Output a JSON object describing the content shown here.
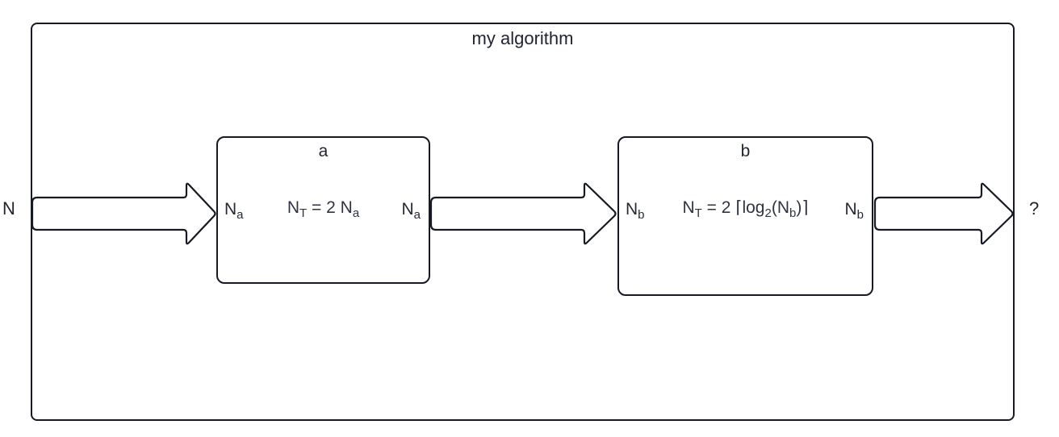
{
  "diagram": {
    "title": "my algorithm",
    "input_label": "N",
    "output_label": "?",
    "colors": {
      "line": "#171a22",
      "text": "#21252e",
      "formula_text": "#2e3440",
      "background": "#ffffff",
      "shape_fill": "#ffffff"
    },
    "boxes": [
      {
        "label": "a",
        "left_port": {
          "base": "N",
          "sub": "a"
        },
        "right_port": {
          "base": "N",
          "sub": "a"
        },
        "formula": {
          "p1": "N",
          "s1": "T",
          "p2": " = 2 N",
          "s2": "a"
        }
      },
      {
        "label": "b",
        "left_port": {
          "base": "N",
          "sub": "b"
        },
        "right_port": {
          "base": "N",
          "sub": "b"
        },
        "formula": {
          "p1": "N",
          "s1": "T",
          "p2": " = 2 ⌈log",
          "s2": "2",
          "p3": "(N",
          "s3": "b",
          "p4": ")⌉"
        }
      }
    ]
  }
}
